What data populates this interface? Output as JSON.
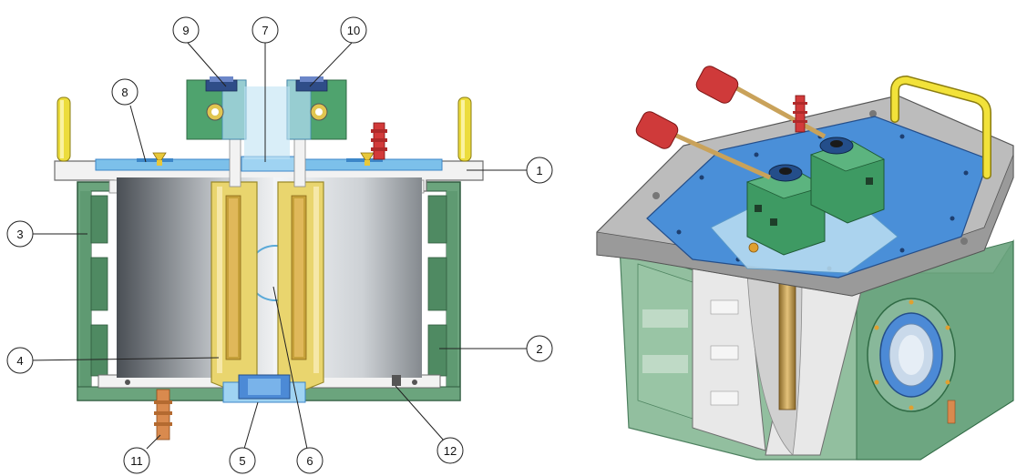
{
  "diagram": {
    "views": [
      "cross-section",
      "isometric"
    ],
    "callouts": [
      {
        "id": "c1",
        "label": "1"
      },
      {
        "id": "c2",
        "label": "2"
      },
      {
        "id": "c3",
        "label": "3"
      },
      {
        "id": "c4",
        "label": "4"
      },
      {
        "id": "c5",
        "label": "5"
      },
      {
        "id": "c6",
        "label": "6"
      },
      {
        "id": "c7",
        "label": "7"
      },
      {
        "id": "c8",
        "label": "8"
      },
      {
        "id": "c9",
        "label": "9"
      },
      {
        "id": "c10",
        "label": "10"
      },
      {
        "id": "c11",
        "label": "11"
      },
      {
        "id": "c12",
        "label": "12"
      }
    ]
  },
  "colors": {
    "frame": "#e6e6e6",
    "frame_stroke": "#6d6d6d",
    "jacket": "#5f9a72",
    "jacket_dark": "#3c6e4e",
    "lid": "#6fb6e6",
    "lid_dark": "#3c86c8",
    "electrode": "#e7d26a",
    "electrode_dark": "#9a8a2a",
    "handle": "#f2e23a",
    "knob": "#cf3a3a",
    "fitting": "#d98a4e",
    "block": "#3e9a63",
    "rod": "#d8b06a"
  }
}
